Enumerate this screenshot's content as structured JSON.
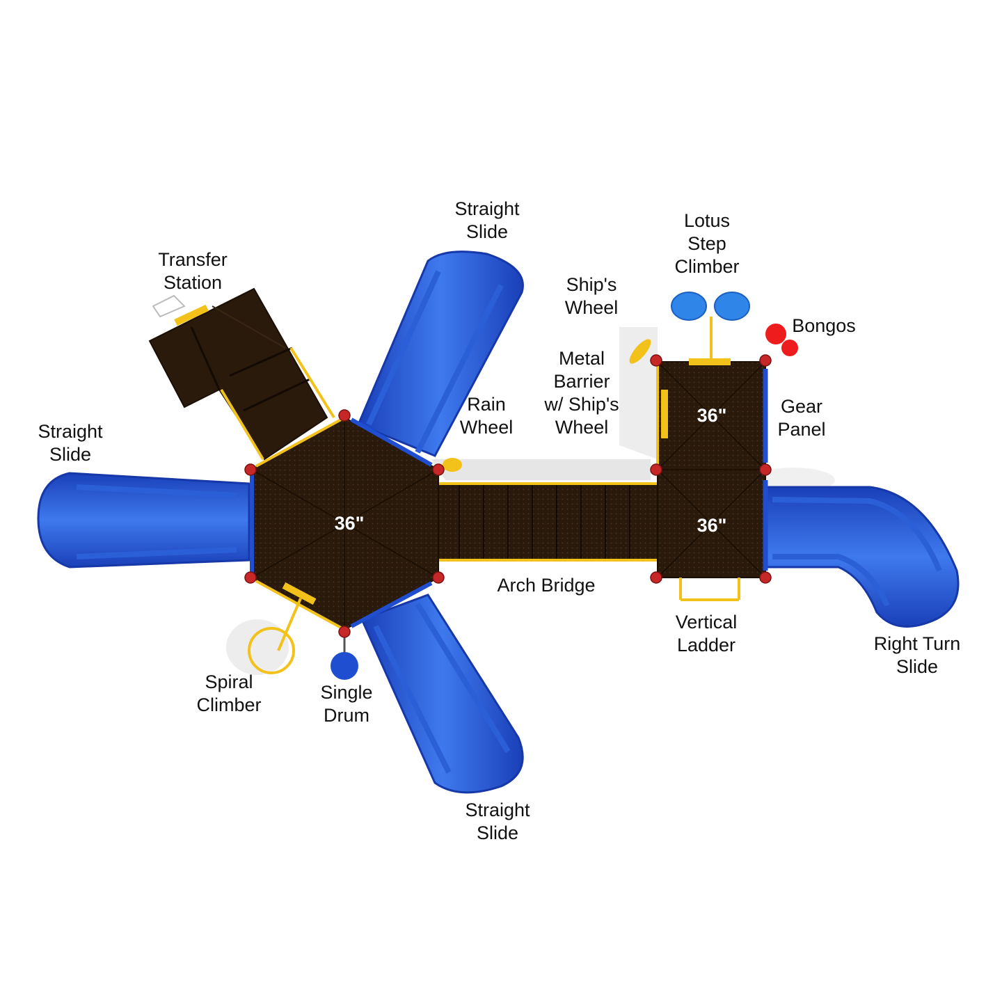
{
  "labels": {
    "straight_slide_top": [
      "Straight",
      "Slide"
    ],
    "transfer_station": [
      "Transfer",
      "Station"
    ],
    "lotus_step_climber": [
      "Lotus",
      "Step",
      "Climber"
    ],
    "ships_wheel": [
      "Ship's",
      "Wheel"
    ],
    "bongos": [
      "Bongos"
    ],
    "metal_barrier": [
      "Metal",
      "Barrier",
      "w/ Ship's",
      "Wheel"
    ],
    "rain_wheel": [
      "Rain",
      "Wheel"
    ],
    "gear_panel": [
      "Gear",
      "Panel"
    ],
    "straight_slide_left": [
      "Straight",
      "Slide"
    ],
    "arch_bridge": [
      "Arch Bridge"
    ],
    "vertical_ladder": [
      "Vertical",
      "Ladder"
    ],
    "right_turn_slide": [
      "Right Turn",
      "Slide"
    ],
    "spiral_climber": [
      "Spiral",
      "Climber"
    ],
    "single_drum": [
      "Single",
      "Drum"
    ],
    "straight_slide_bottom": [
      "Straight",
      "Slide"
    ]
  },
  "decks": {
    "hex": "36\"",
    "upper_right": "36\"",
    "lower_right": "36\""
  },
  "colors": {
    "slide_blue": "#1f4fd0",
    "slide_blue_light": "#3f79ee",
    "deck_brown": "#2a1a0c",
    "frame_yellow": "#f2c21a",
    "post_red": "#c62828",
    "bongo_red": "#ee1c1c",
    "lotus_blue": "#2f86e8"
  }
}
